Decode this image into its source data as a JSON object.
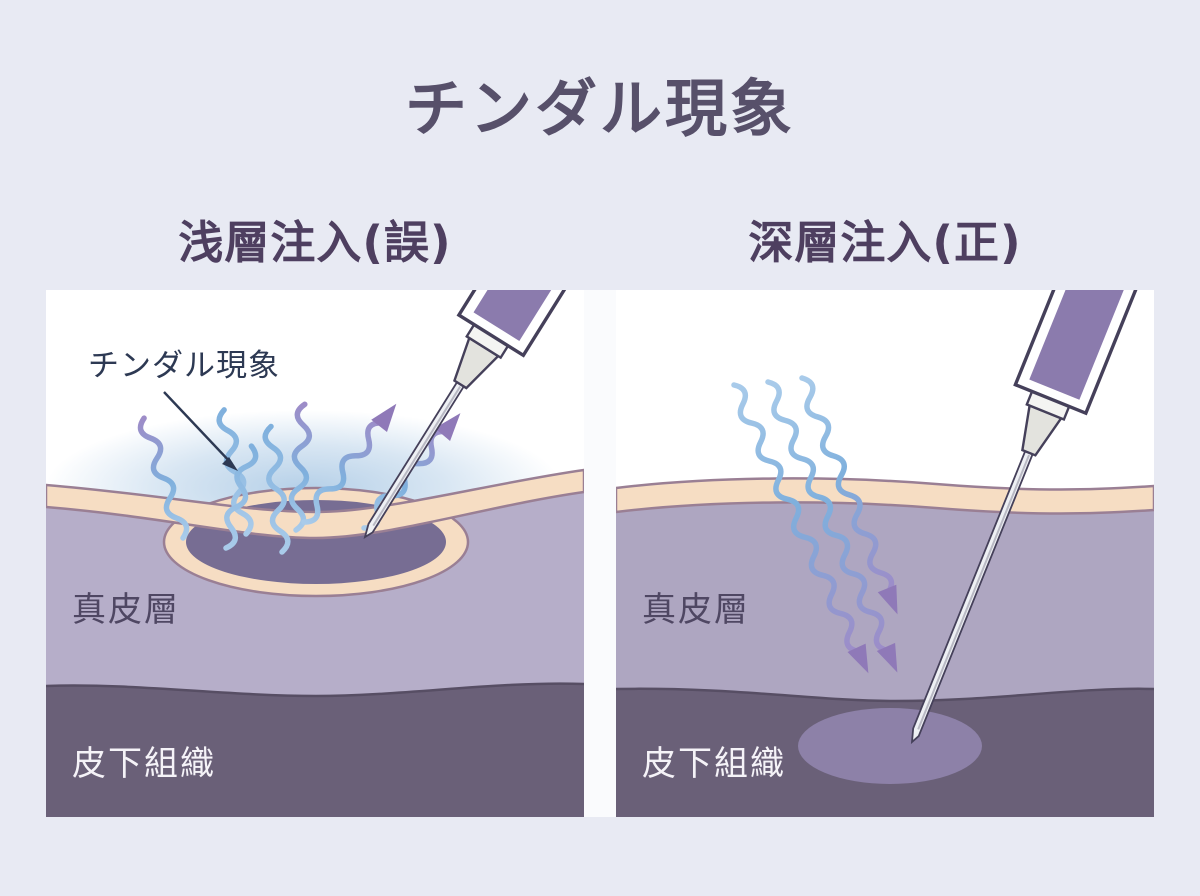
{
  "page": {
    "title": "チンダル現象"
  },
  "panels": {
    "left": {
      "subtitle": "浅層注入(誤)",
      "annotation": "チンダル現象",
      "dermis_label": "真皮層",
      "subcutaneous_label": "皮下組織"
    },
    "right": {
      "subtitle": "深層注入(正)",
      "dermis_label": "真皮層",
      "subcutaneous_label": "皮下組織"
    }
  },
  "colors": {
    "background": "#e8eaf3",
    "card": "#fafbfd",
    "title_text": "#57506a",
    "subtitle_text": "#4e3f60",
    "annotation_text": "#2d3953",
    "label_dark": "#4f4763",
    "label_light": "#f5f3f8",
    "epidermis": "#f6ddc3",
    "epidermis_outline": "#9a7f94",
    "dermis_left": "#b6aec9",
    "dermis_right": "#aea6c1",
    "subcutaneous": "#6a6078",
    "subcut_line": "#574e64",
    "filler_dark": "#776d93",
    "filler_light": "#8d81a8",
    "glow": "#a9c8e4",
    "wave_blue": "#7fb0dd",
    "wave_blue_light": "#a9cbea",
    "wave_purple": "#9d8cc8",
    "arrow_purple": "#8f79b8",
    "syringe_outline": "#45405a",
    "syringe_barrel": "#8b7bad",
    "syringe_hub": "#e3e3de",
    "needle_fill": "#eef0f4"
  }
}
